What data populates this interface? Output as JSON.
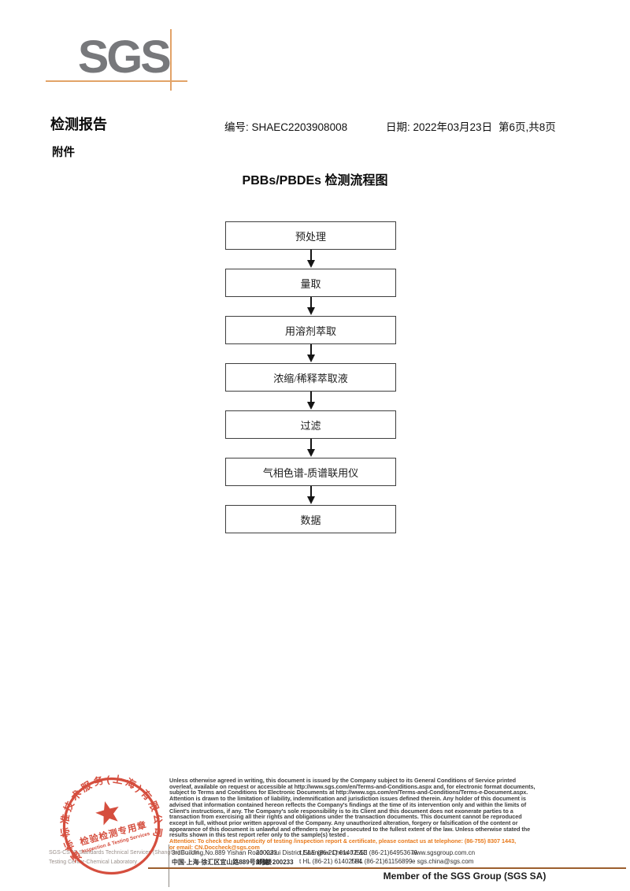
{
  "logo": {
    "text": "SGS"
  },
  "header": {
    "title": "检测报告",
    "number": "编号: SHAEC2203908008",
    "date": "日期: 2022年03月23日",
    "page_info": "第6页,共8页",
    "attachment": "附件"
  },
  "flowchart": {
    "title": "PBBs/PBDEs 检测流程图",
    "steps": [
      "预处理",
      "量取",
      "用溶剂萃取",
      "浓缩/稀释萃取液",
      "过滤",
      "气相色谱-质谱联用仪",
      "数据"
    ]
  },
  "stamp": {
    "ring_text": "通标标准技术服务(上海)有限公司",
    "line1": "检验检测专用章",
    "line2": "Inspection & Testing Services",
    "color": "#d13b2a"
  },
  "footer": {
    "legal_lines": [
      "Unless otherwise agreed in writing, this document is issued by the Company subject to its General Conditions of Service printed",
      "overleaf, available on request or accessible at http://www.sgs.com/en/Terms-and-Conditions.aspx and, for electronic format documents,",
      "subject to Terms and Conditions for Electronic Documents at http://www.sgs.com/en/Terms-and-Conditions/Terms-e-Document.aspx.",
      "Attention is drawn to the limitation of liability, indemnification and jurisdiction issues defined therein. Any holder of this document is",
      "advised that information contained hereon reflects the Company's findings at the time of its intervention only and within the limits of",
      "Client's instructions, if any. The Company's sole responsibility is to its Client and this document does not exonerate parties to a",
      "transaction from exercising all their rights and obligations under the transaction documents. This document cannot be reproduced",
      "except in full, without prior written approval of the Company. Any unauthorized alteration, forgery or falsification of the content or",
      "appearance of this document is unlawful and offenders may be prosecuted to the fullest extent of the law. Unless otherwise stated the",
      "results shown in this test report refer only to the sample(s) tested ."
    ],
    "attention_line1": "Attention: To check the authenticity of testing /inspection report & certificate, please contact us at telephone: (86-755) 8307 1443,",
    "attention_line2": "or email: CN.Doccheck@sgs.com",
    "company_line1": "SGS-CSTC Standards Technical Services (Shanghai) Co.,Ltd.",
    "company_line2": "Testing Center-Chemical Laboratory .",
    "address_en": "3rdBuilding,No.889 Yishan Road Xuhui District,Shanghai China",
    "zip_en": "200233",
    "tel_en": "t E&E (86-21) 61402553",
    "fax_en": "f E&E (86-21)64953679",
    "web": "www.sgsgroup.com.cn",
    "address_cn": "中国·上海·徐汇区宜山路889号3号楼",
    "zip_cn": "邮编: 200233",
    "tel_cn": "t HL (86-21) 61402594",
    "fax_cn": "f HL (86-21)61156899",
    "email": "e sgs.china@sgs.com",
    "member": "Member of the SGS Group (SGS SA)"
  }
}
